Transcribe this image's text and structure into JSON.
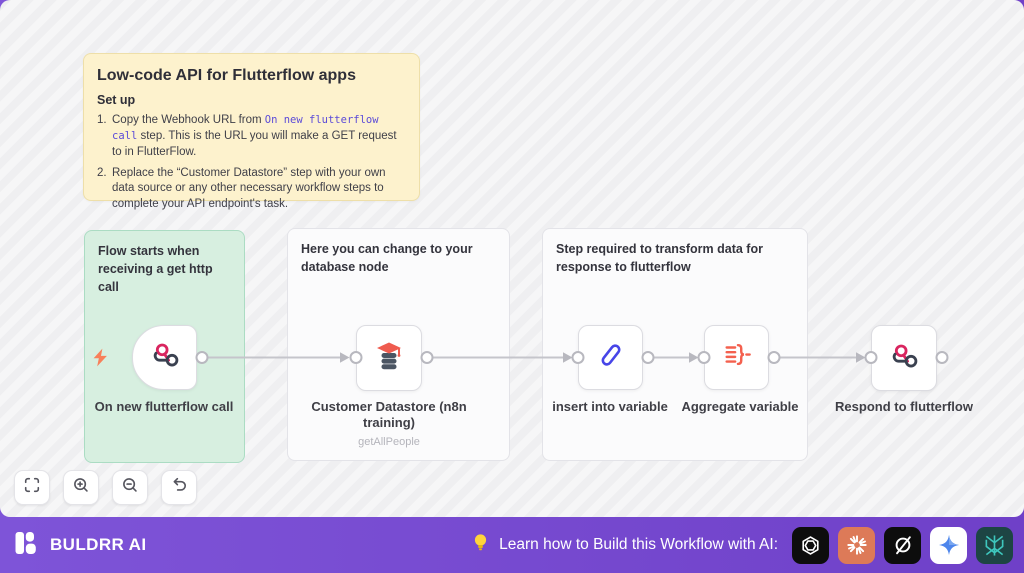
{
  "colors": {
    "accent_purple": "#7c52d6",
    "sticky_yellow": "#fdf2cd",
    "sticky_green": "#d7efe0",
    "webhook_pink": "#d9255f",
    "webhook_dark": "#3a4150",
    "coral": "#f4604e",
    "pen_indigo": "#4745e8",
    "claude_bg": "#dd7a58",
    "perplexity_bg": "#1d4544",
    "perplexity_fg": "#3ec6bd",
    "gemini_blue": "#4e86ec"
  },
  "notes": {
    "setup": {
      "title": "Low-code API for Flutterflow apps",
      "heading": "Set up",
      "step1_num": "1.",
      "step1_pre": "Copy the Webhook URL from ",
      "step1_code": "On new flutterflow call",
      "step1_post": " step. This is the URL you will make a GET request to in FlutterFlow.",
      "step2_num": "2.",
      "step2_text": "Replace the “Customer Datastore” step with your own data source or any other necessary workflow steps to complete your API endpoint's task."
    },
    "trigger_note": {
      "text": "Flow starts when receiving a get http call"
    },
    "database_note": {
      "text": "Here you can change to your database node"
    },
    "transform_note": {
      "text": "Step required to transform data for response to flutterflow"
    }
  },
  "nodes": {
    "trigger": {
      "label": "On new flutterflow call"
    },
    "datastore": {
      "label": "Customer Datastore (n8n training)",
      "sublabel": "getAllPeople"
    },
    "insert": {
      "label": "insert into variable"
    },
    "aggregate": {
      "label": "Aggregate variable"
    },
    "respond": {
      "label": "Respond to flutterflow"
    }
  },
  "toolbar": {
    "icons": [
      "fit-view",
      "zoom-in",
      "zoom-out",
      "undo"
    ]
  },
  "footer": {
    "brand": "BULDRR AI",
    "message": "Learn how to Build this Workflow with AI:",
    "ai_icons": [
      "openai",
      "claude",
      "grok",
      "gemini",
      "perplexity"
    ]
  }
}
